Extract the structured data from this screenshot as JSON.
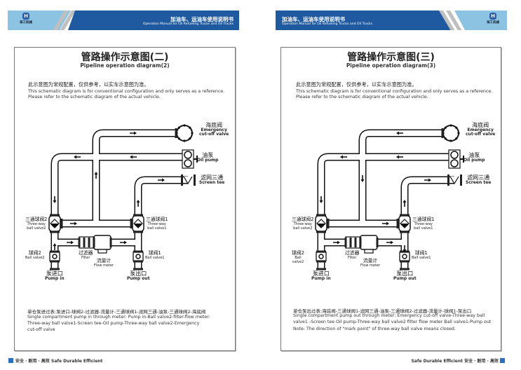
{
  "brand": {
    "logo_text": "海工机械",
    "accent": "#1f5aa0",
    "light": "#8cc3e3"
  },
  "pages": [
    {
      "header": {
        "title_cn": "加油车、运油车使用说明书",
        "title_en": "Operation Manual for Oil Refueling Trucks and Oil Trucks"
      },
      "title": "管路操作示意图(二)",
      "subtitle": "Pipeline operation diagram(2)",
      "note_cn": "此示意图为常规配置，仅供参考，以实车示意图为准。",
      "note_en": [
        "This schematic diagram is for conventional configuration and only serves as a reference.",
        "Please refer to the schematic diagram of the actual vehicle."
      ],
      "labels": {
        "emergency": {
          "cn": "海底阀",
          "en1": "Emergency",
          "en2": "cut-off valve"
        },
        "oil_pump": {
          "cn": "油泵",
          "en": "Oil pump"
        },
        "screen_tee": {
          "cn": "滤网三通",
          "en": "Screen tee"
        },
        "tw2": {
          "cn": "三通球阀2",
          "en1": "Three-way",
          "en2": "ball valve2"
        },
        "tw1": {
          "cn": "三通球阀1",
          "en1": "Three-way",
          "en2": "ball valve1"
        },
        "bv2": {
          "cn": "球阀2",
          "en": "Ball valve2"
        },
        "filter": {
          "cn": "过滤器",
          "en": "Filter"
        },
        "flow": {
          "cn": "流量计",
          "en": "Flow meter"
        },
        "bv1": {
          "cn": "球阀1",
          "en": "Ball valve1"
        },
        "pump_in": {
          "cn": "泵进口",
          "en": "Pump in"
        },
        "pump_out": {
          "cn": "泵出口",
          "en": "Pump out"
        }
      },
      "route_cn": "单仓泵进过表:泵进口-球阀2-过滤器-流量计-三通球阀1-滤网三通-油泵-三通球阀2-海底阀",
      "route_en": [
        "Single compartment pump in through meter: Pump in-Ball valve2-filter-flow meter-",
        "Three-way ball valve1-Screen tee-Oil pump-Three-way ball valve2-Emergency",
        "cut-off valve"
      ],
      "footer": "安全 · 耐用 · 高效  Safe  Durable  Efficient"
    },
    {
      "header": {
        "title_cn": "加油车、运油车使用说明书",
        "title_en": "Operation Manual for Oil Refueling Trucks and Oil Trucks"
      },
      "title": "管路操作示意图(三)",
      "subtitle": "Pipeline operation diagram(3)",
      "note_cn": "此示意图为常规配置，仅供参考，以实车示意图为准。",
      "note_en": [
        "This schematic diagram is for conventional configuration and only serves as a reference.",
        "Please refer to the schematic diagram of the actual vehicle."
      ],
      "labels": {
        "emergency": {
          "cn": "海底阀",
          "en1": "Emergency",
          "en2": "cut-off valve"
        },
        "oil_pump": {
          "cn": "油泵",
          "en": "Oil pump"
        },
        "screen_tee": {
          "cn": "滤网三通",
          "en": "Screen tee"
        },
        "tw2": {
          "cn": "三通球阀2",
          "en1": "Three-way",
          "en2": "ball valve2"
        },
        "tw1": {
          "cn": "三通球阀1",
          "en1": "Three-way",
          "en2": "ball valve1"
        },
        "bv2": {
          "cn": "球阀2",
          "en1": "Ball",
          "en2": "valve2"
        },
        "filter": {
          "cn": "过滤器",
          "en": "Filter"
        },
        "flow": {
          "cn": "流量计",
          "en": "Flow meter"
        },
        "bv1": {
          "cn": "球阀1",
          "en": "Ball valve1"
        },
        "pump_in": {
          "cn": "泵进口",
          "en": "Pump in"
        },
        "pump_out": {
          "cn": "泵出口",
          "en": "Pump out"
        }
      },
      "route_cn": "单仓泵出过表:海底阀-三通球阀1-滤网三通-油泵-三通球阀2-过滤器-流量计-球阀1-泵出口",
      "route_en": [
        "Single compartment pump out through meter: Emergency cut-off valve-Three-way ball",
        "valve1 -Screen tee Oil pump-Three-way ball valve2 filter flow meter Ball valve1-Pump out"
      ],
      "note": "Note: The direction of \"mark point\" of three-way ball valve means closed.",
      "footer": "Safe  Durable  Efficient  安全 · 耐用 · 高效"
    }
  ]
}
